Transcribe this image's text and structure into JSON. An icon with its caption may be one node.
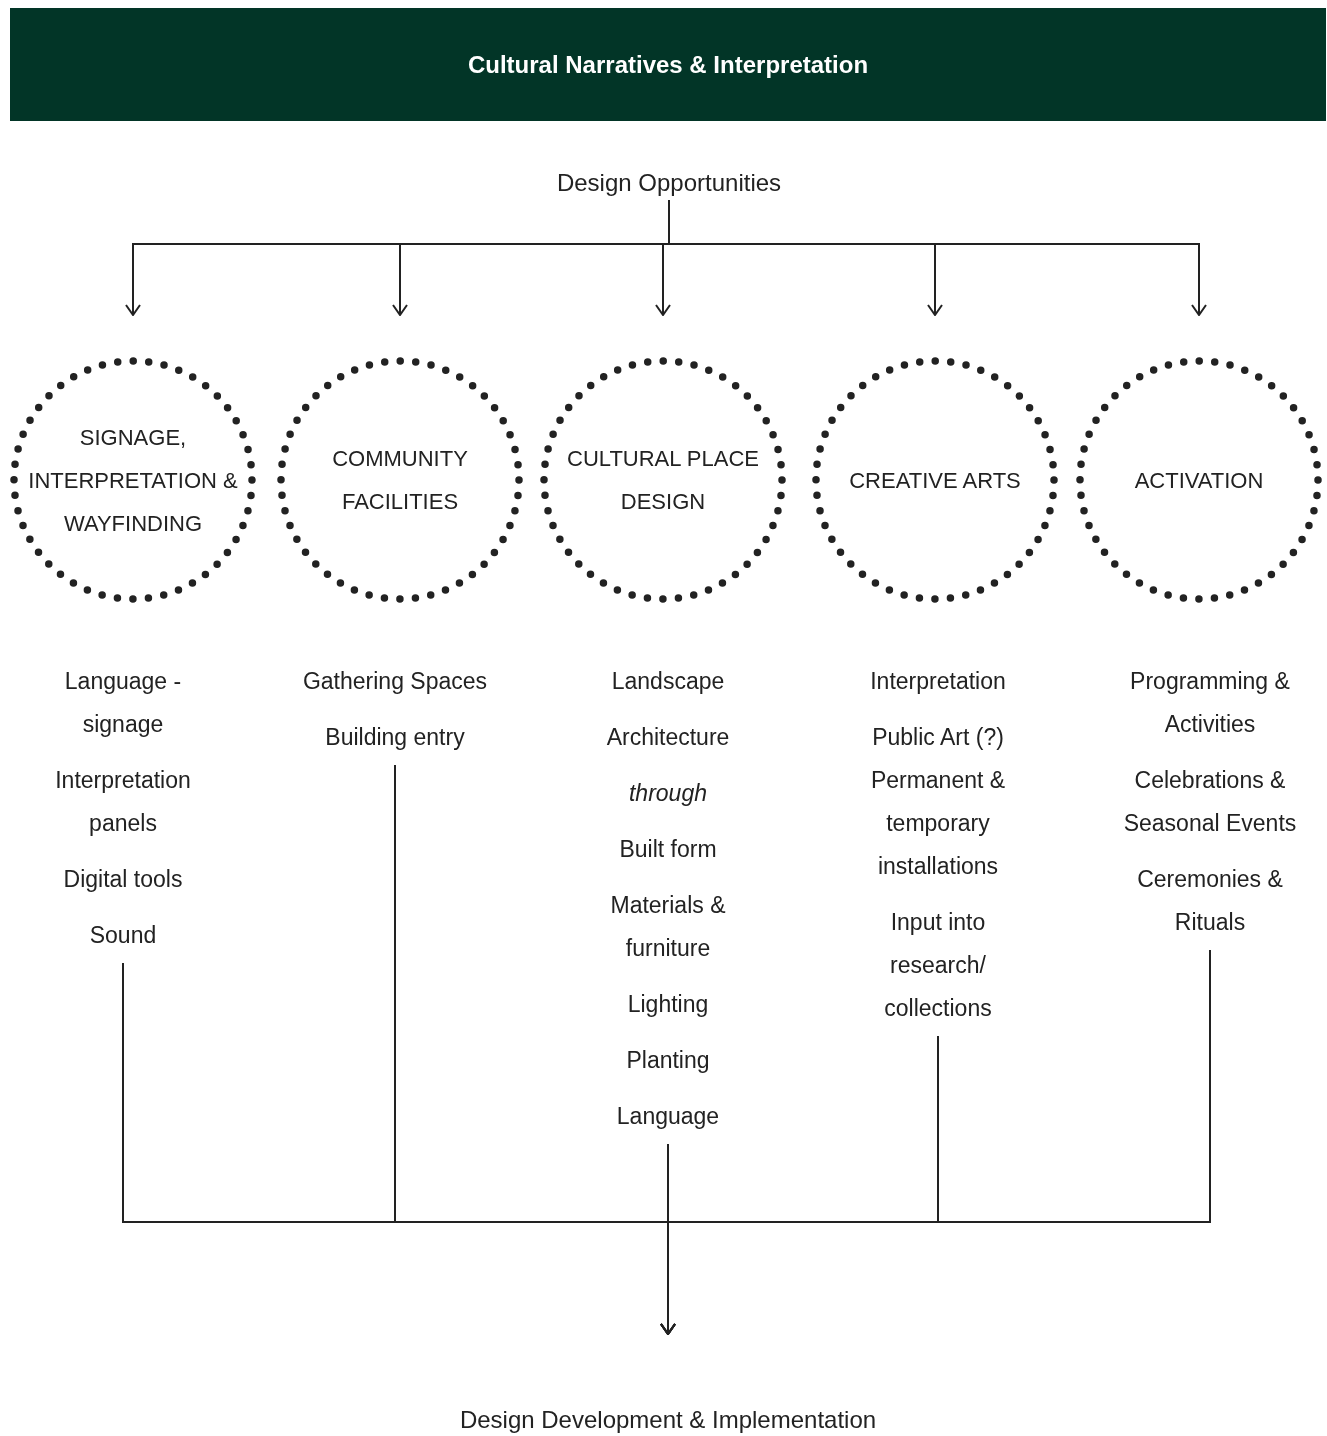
{
  "diagram": {
    "nodes": [
      {
        "text": [
          "Cultural Narratives & Interpretation"
        ]
      },
      {
        "text": [
          "Design Opportunities"
        ]
      },
      {
        "text": [
          "SIGNAGE, INTERPRETATION & WAYFINDING"
        ]
      },
      {
        "text": [
          "COMMUNITY FACILITIES"
        ]
      },
      {
        "text": [
          "CULTURAL PLACE DESIGN"
        ]
      },
      {
        "text": [
          "CREATIVE ARTS"
        ]
      },
      {
        "text": [
          "ACTIVATION"
        ]
      },
      {
        "text": [
          "Language - signage",
          "Interpretation panels",
          "Digital tools",
          "Sound"
        ]
      },
      {
        "text": [
          "Gathering Spaces",
          "Building entry"
        ]
      },
      {
        "text": [
          "Landscape",
          "Architecture",
          "through",
          "Built form",
          "Materials & furniture",
          "Lighting",
          "Planting",
          "Language"
        ]
      },
      {
        "text": [
          "Interpretation",
          "Public Art (?) Permanent & temporary installations",
          "Input into research/ collections"
        ]
      },
      {
        "text": [
          "Programming & Activities",
          "Celebrations & Seasonal Events",
          "Ceremonies & Rituals"
        ]
      },
      {
        "text": [
          "Design Development & Implementation"
        ]
      }
    ],
    "edges": [
      {
        "from": 1,
        "to": 2,
        "arrow": "to"
      },
      {
        "from": 1,
        "to": 3,
        "arrow": "to"
      },
      {
        "from": 1,
        "to": 4,
        "arrow": "to"
      },
      {
        "from": 1,
        "to": 5,
        "arrow": "to"
      },
      {
        "from": 1,
        "to": 6,
        "arrow": "to"
      },
      {
        "from": 7,
        "to": 12,
        "arrow": "to"
      },
      {
        "from": 8,
        "to": 12,
        "arrow": "to"
      },
      {
        "from": 9,
        "to": 12,
        "arrow": "to"
      },
      {
        "from": 10,
        "to": 12,
        "arrow": "to"
      },
      {
        "from": 11,
        "to": 12,
        "arrow": "to"
      }
    ]
  }
}
